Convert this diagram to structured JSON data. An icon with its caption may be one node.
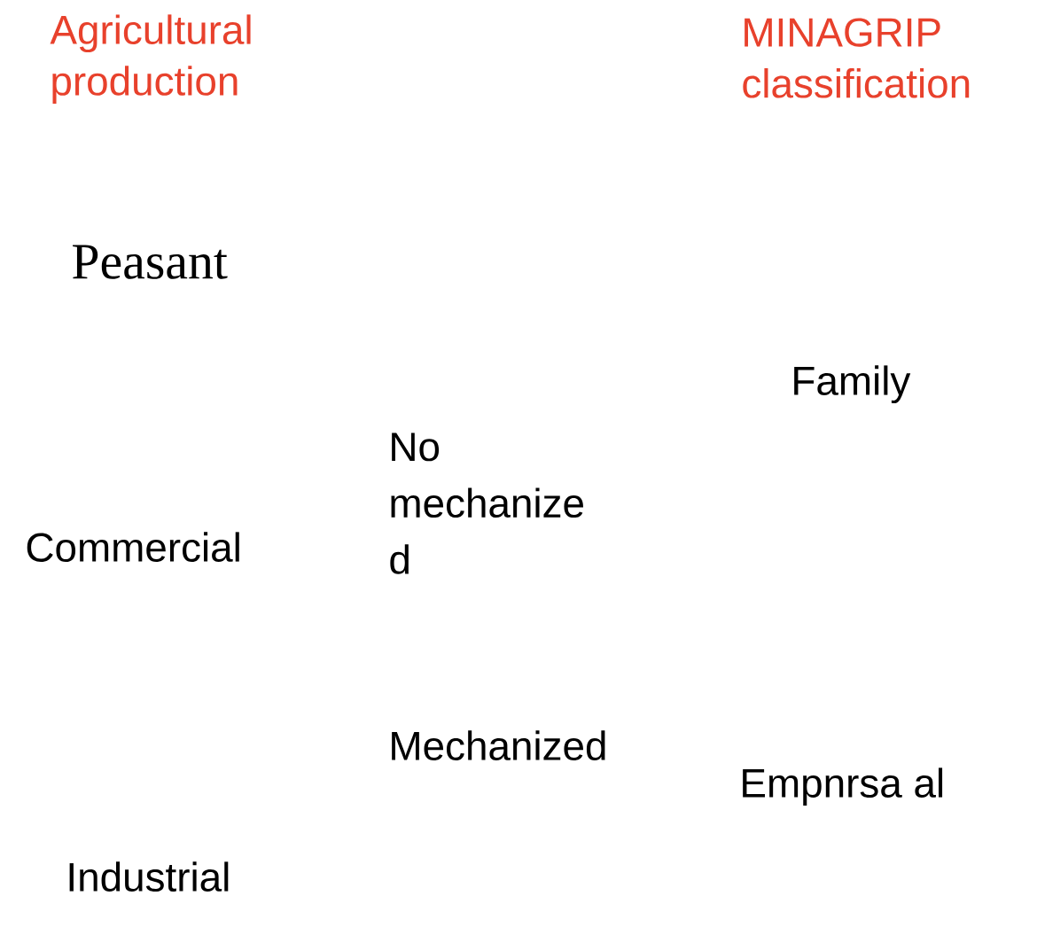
{
  "diagram": {
    "labels": [
      "Agricultural production",
      "MINAGRIP classification",
      "Peasant",
      "Family",
      "No mechanize d",
      "Commercial",
      "Mechanized",
      "Empnrsa al",
      "Industrial"
    ]
  }
}
